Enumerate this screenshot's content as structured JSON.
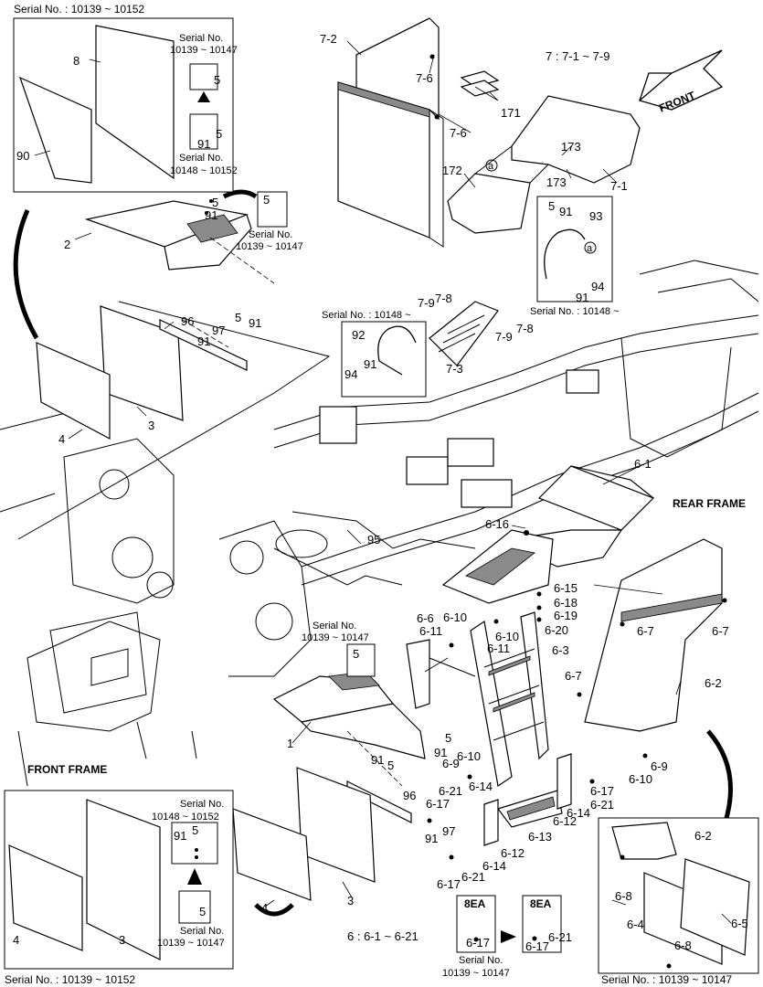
{
  "serial_notes": {
    "top_left_box": "Serial No. : 10139 ~ 10152",
    "top_left_a": "Serial No.\n10139 ~ 10147",
    "top_left_b": "Serial No.\n10148 ~ 10152",
    "fender2_note": "Serial No.\n10139 ~ 10147",
    "handrail_top": "Serial No. : 10148 ~",
    "handrail_left": "Serial No. : 10148 ~",
    "fender1_note": "Serial No.\n10139 ~ 10147",
    "bottom_left_box": "Serial No. : 10139 ~ 10152",
    "bottom_left_a": "Serial No.\n10148 ~ 10152",
    "bottom_left_b": "Serial No.\n10139 ~ 10147",
    "bottom_mid": "Serial No.\n10139 ~ 10147",
    "bottom_right_box": "Serial No. : 10139 ~ 10147"
  },
  "frame_labels": {
    "rear": "REAR FRAME",
    "front": "FRONT FRAME",
    "front_arrow": "FRONT"
  },
  "group_notes": {
    "group7": "7 : 7-1 ~ 7-9",
    "group6": "6 : 6-1 ~ 6-21"
  },
  "callouts": {
    "c7_2": "7-2",
    "c7_6a": "7-6",
    "c7_6b": "7-6",
    "c171": "171",
    "c173a": "173",
    "c173b": "173",
    "c172": "172",
    "c7_1": "7-1",
    "ca1": "a",
    "ca2": "a",
    "c5a": "5",
    "c91a": "91",
    "c93": "93",
    "c94a": "94",
    "c91b": "91",
    "c7_9a": "7-9",
    "c7_8a": "7-8",
    "c7_8b": "7-8",
    "c7_9b": "7-9",
    "c7_3": "7-3",
    "c92": "92",
    "c91c": "91",
    "c94b": "94",
    "c8": "8",
    "c90": "90",
    "c5b": "5",
    "c5c": "5",
    "c91d": "91",
    "c2": "2",
    "c5d": "5",
    "c91e": "91",
    "c5e": "5",
    "c96a": "96",
    "c97a": "97",
    "c5f": "5",
    "c91f": "91",
    "c91g": "91",
    "c4a": "4",
    "c3a": "3",
    "c6_1": "6-1",
    "c6_16": "6-16",
    "c95": "95",
    "c6_15": "6-15",
    "c6_18": "6-18",
    "c6_19": "6-19",
    "c6_20": "6-20",
    "c6_6": "6-6",
    "c6_10a": "6-10",
    "c6_11a": "6-11",
    "c6_10b": "6-10",
    "c6_11b": "6-11",
    "c6_3": "6-3",
    "c6_7a": "6-7",
    "c6_7b": "6-7",
    "c6_7c": "6-7",
    "c6_2a": "6-2",
    "c5g": "5",
    "c1": "1",
    "c5h": "5",
    "c91h": "91",
    "c5i": "5",
    "c91i": "91",
    "c6_9a": "6-9",
    "c6_10c": "6-10",
    "c6_14a": "6-14",
    "c6_21a": "6-21",
    "c6_17a": "6-17",
    "c96b": "96",
    "c97b": "97",
    "c91j": "91",
    "c6_12a": "6-12",
    "c6_13": "6-13",
    "c6_14b": "6-14",
    "c6_12b": "6-12",
    "c6_14c": "6-14",
    "c6_17b": "6-17",
    "c6_21b": "6-21",
    "c6_17c": "6-17",
    "c6_21c": "6-21",
    "c6_9b": "6-9",
    "c6_10d": "6-10",
    "c4b": "4",
    "c3b": "3",
    "c4c": "4",
    "c3c": "3",
    "c91k": "91",
    "c5j": "5",
    "c5k": "5",
    "c8ea_a": "8EA",
    "c6_17d": "6-17",
    "c8ea_b": "8EA",
    "c6_17e": "6-17",
    "c6_21d": "6-21",
    "c6_2b": "6-2",
    "c6_8a": "6-8",
    "c6_4": "6-4",
    "c6_8b": "6-8",
    "c6_5": "6-5"
  }
}
